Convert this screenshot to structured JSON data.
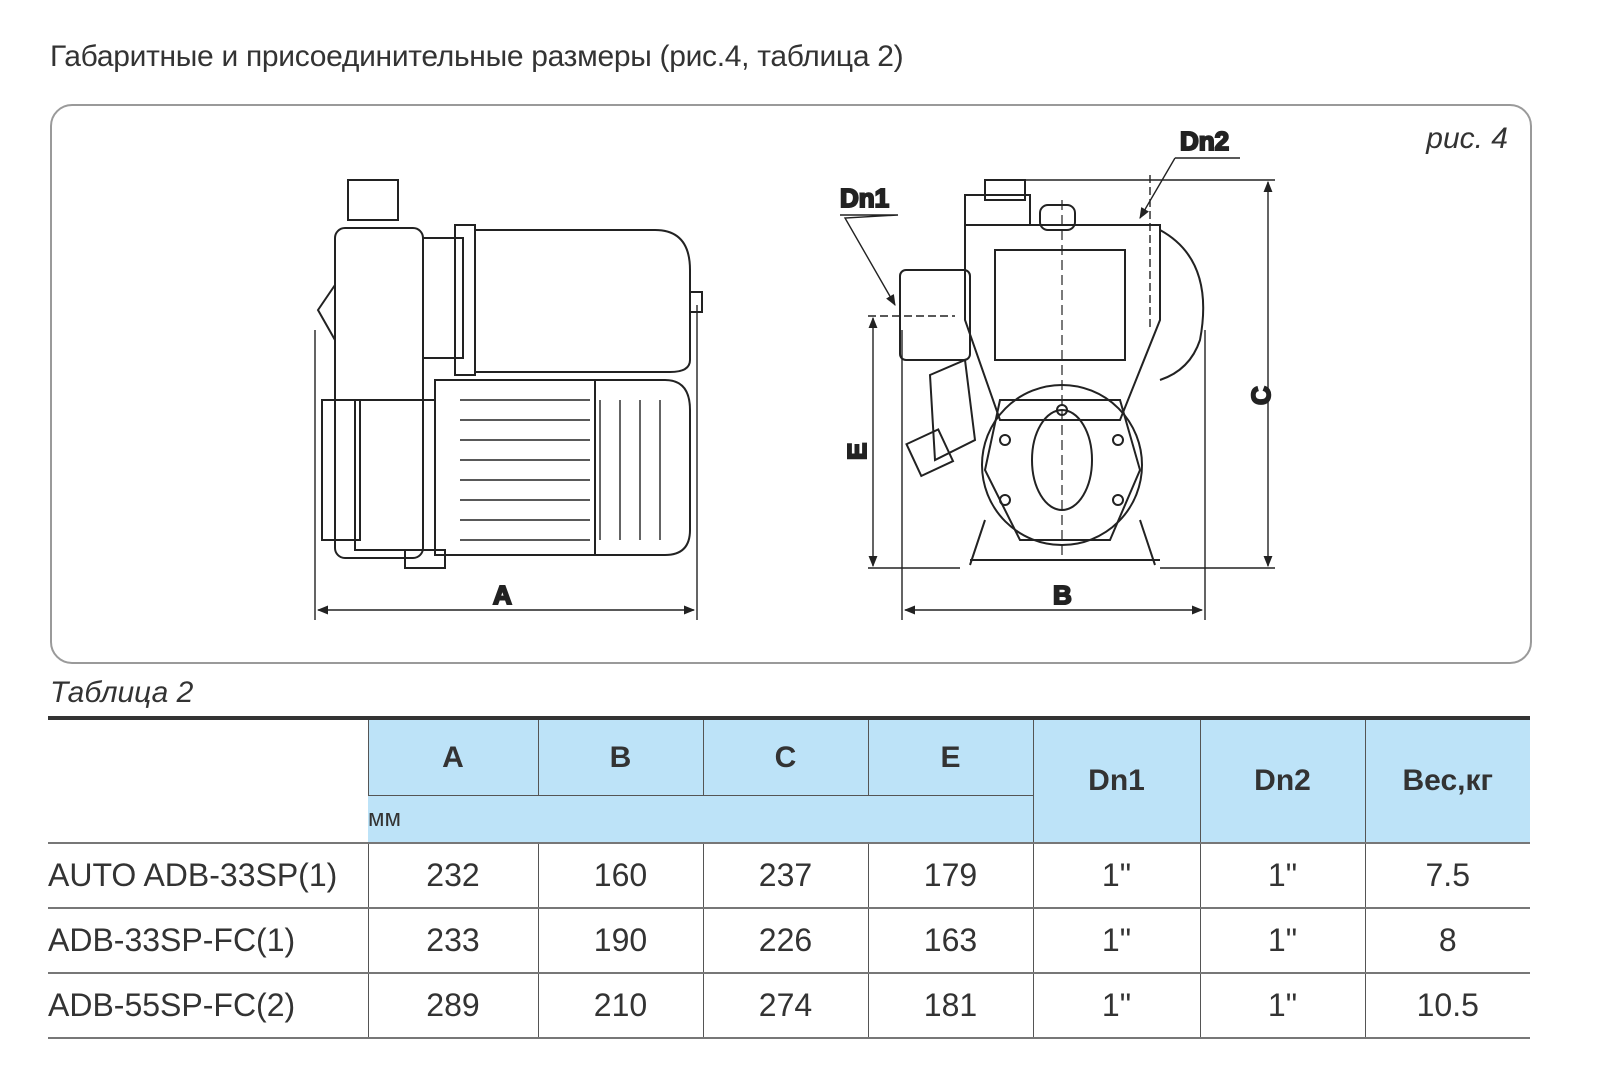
{
  "title": "Габаритные и присоединительные размеры (рис.4, таблица 2)",
  "figure": {
    "label": "рис. 4",
    "dimensions": [
      "A",
      "B",
      "C",
      "E",
      "Dn1",
      "Dn2"
    ]
  },
  "table": {
    "caption": "Таблица 2",
    "headers": [
      "A",
      "B",
      "C",
      "E",
      "Dn1",
      "Dn2",
      "Вес,кг"
    ],
    "unit": "мм",
    "rows": [
      {
        "model": "AUTO ADB-33SP(1)",
        "values": [
          "232",
          "160",
          "237",
          "179",
          "1\"",
          "1\"",
          "7.5"
        ]
      },
      {
        "model": "ADB-33SP-FC(1)",
        "values": [
          "233",
          "190",
          "226",
          "163",
          "1\"",
          "1\"",
          "8"
        ]
      },
      {
        "model": "ADB-55SP-FC(2)",
        "values": [
          "289",
          "210",
          "274",
          "181",
          "1\"",
          "1\"",
          "10.5"
        ]
      }
    ]
  }
}
